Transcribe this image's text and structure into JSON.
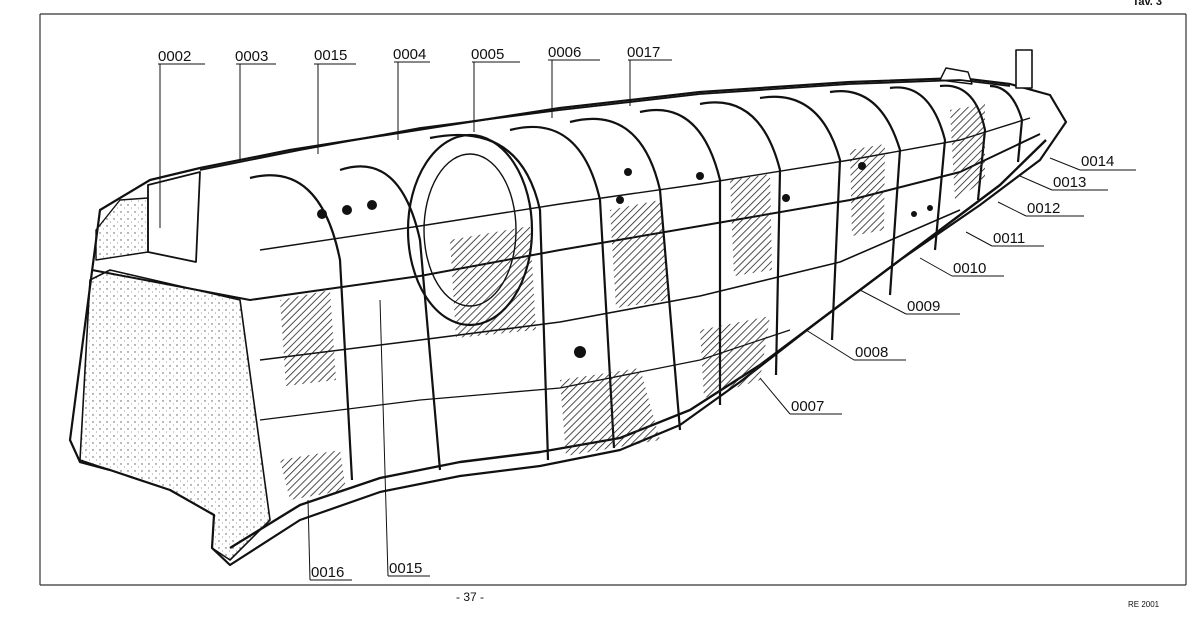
{
  "plate_label": "Tav. 3",
  "page_number": "- 37 -",
  "reference_code": "RE 2001",
  "illustration": "fuselage-frame-cutaway",
  "callouts": [
    {
      "id": "c0002",
      "text": "0002"
    },
    {
      "id": "c0003",
      "text": "0003"
    },
    {
      "id": "c0015a",
      "text": "0015"
    },
    {
      "id": "c0004",
      "text": "0004"
    },
    {
      "id": "c0005",
      "text": "0005"
    },
    {
      "id": "c0006",
      "text": "0006"
    },
    {
      "id": "c0017",
      "text": "0017"
    },
    {
      "id": "c0014",
      "text": "0014"
    },
    {
      "id": "c0013",
      "text": "0013"
    },
    {
      "id": "c0012",
      "text": "0012"
    },
    {
      "id": "c0011",
      "text": "0011"
    },
    {
      "id": "c0010",
      "text": "0010"
    },
    {
      "id": "c0009",
      "text": "0009"
    },
    {
      "id": "c0008",
      "text": "0008"
    },
    {
      "id": "c0007",
      "text": "0007"
    },
    {
      "id": "c0016",
      "text": "0016"
    },
    {
      "id": "c0015b",
      "text": "0015"
    }
  ]
}
